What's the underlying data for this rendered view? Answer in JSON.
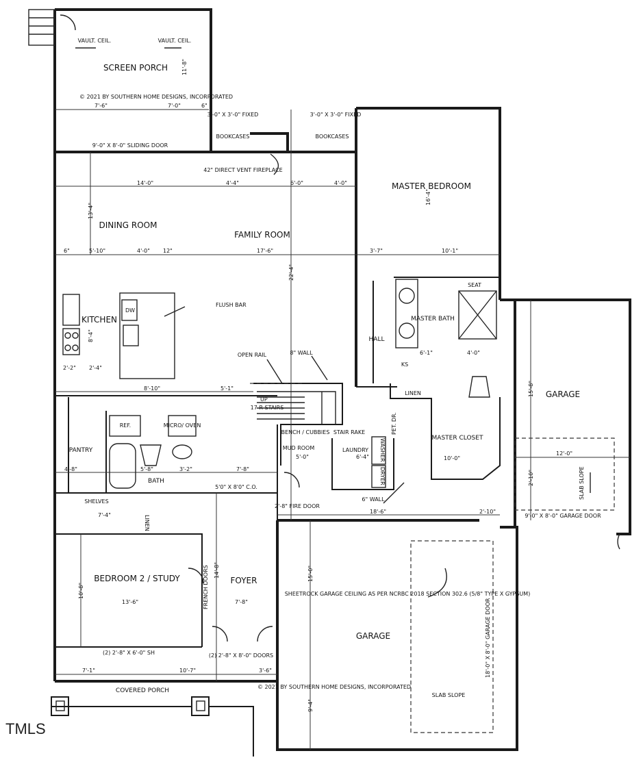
{
  "rooms": {
    "screen_porch": "SCREEN PORCH",
    "dining_room": "DINING ROOM",
    "family_room": "FAMILY ROOM",
    "master_bedroom": "MASTER BEDROOM",
    "kitchen": "KITCHEN",
    "master_bath": "MASTER BATH",
    "hall": "HALL",
    "garage_right": "GARAGE",
    "master_closet": "MASTER CLOSET",
    "pantry": "PANTRY",
    "bath": "BATH",
    "mud_room": "MUD ROOM",
    "laundry": "LAUNDRY",
    "bedroom2": "BEDROOM 2 / STUDY",
    "foyer": "FOYER",
    "garage_main": "GARAGE",
    "covered_porch": "COVERED PORCH"
  },
  "labels": {
    "vault_left": "VAULT. CEIL.",
    "vault_right": "VAULT. CEIL.",
    "copyright_top": "© 2021 BY SOUTHERN HOME DESIGNS, INCORPORATED",
    "copyright_bottom": "© 2021 BY SOUTHERN HOME DESIGNS, INCORPORATED",
    "sliding_door": "9'-0\" X 8'-0\" SLIDING DOOR",
    "fixed_left": "3'-0\" X 3'-0\" FIXED",
    "fixed_right": "3'-0\" X 3'-0\" FIXED",
    "bookcases_left": "BOOKCASES",
    "bookcases_right": "BOOKCASES",
    "fireplace": "42\" DIRECT VENT FIREPLACE",
    "flush_bar": "FLUSH BAR",
    "dw": "DW",
    "open_rail": "OPEN RAIL",
    "wall_8": "8\" WALL",
    "stairs": "17 R STAIRS",
    "up": "UP",
    "stair_rake": "STAIR RAKE",
    "bench": "BENCH / CUBBIES",
    "ref": "REF.",
    "micro": "MICRO/ OVEN",
    "linen_right": "LINEN",
    "linen_left": "LINEN",
    "shelves": "SHELVES",
    "washer": "WASHER",
    "dryer": "DRYER",
    "seat": "SEAT",
    "ks": "KS",
    "fire_door": "2'-8\" FIRE DOOR",
    "wall_6": "6\" WALL",
    "garage_door_right": "9'-0\" X 8'-0\" GARAGE DOOR",
    "slab_slope_right": "SLAB SLOPE",
    "slab_slope_bottom": "SLAB SLOPE",
    "garage_door_bottom": "18'-0\" X 8'-0\" GARAGE DOOR",
    "sheetrock": "SHEETROCK GARAGE CEILING AS PER NCRBC 2018 SECTION 302.6 (5/8\" TYPE X GYPSUM)",
    "window_sh": "(2) 2'-8\" X 6'-0\" SH",
    "french_doors": "FRENCH DOORS",
    "doors_bottom": "(2) 2'-8\" X 8'-0\" DOORS",
    "co_cased": "5'0\" X 8'0\" C.O.",
    "pet": "PET. DR."
  },
  "dims": {
    "d_7_6": "7'-6\"",
    "d_7_0": "7'-0\"",
    "d_6": "6\"",
    "d_14_0": "14'-0\"",
    "d_4_4": "4'-4\"",
    "d_6_0": "6'-0\"",
    "d_4_0": "4'-0\"",
    "d_5_10": "5'-10\"",
    "d_4_0b": "4'-0\"",
    "d_12": "12\"",
    "d_17_6": "17'-6\"",
    "d_3_7": "3'-7\"",
    "d_10_1": "10'-1\"",
    "d_22_4": "22'-4\"",
    "d_13_4": "13'-4\"",
    "d_16_4": "16'-4\"",
    "d_11_8": "11'-8\"",
    "d_8_4": "8'-4\"",
    "d_8_10": "8'-10\"",
    "d_5_1": "5'-1\"",
    "d_2_2": "2'-2\"",
    "d_2_4": "2'-4\"",
    "d_15_8": "15'-8\"",
    "d_12_0": "12'-0\"",
    "d_2_10": "2'-10\"",
    "d_18_6": "18'-6\"",
    "d_2_10b": "2'-10\"",
    "d_15_0": "15'-0\"",
    "d_9_4": "9'-4\"",
    "d_7_1": "7'-1\"",
    "d_10_7": "10'-7\"",
    "d_3_6": "3'-6\"",
    "d_13_6": "13'-6\"",
    "d_10_8": "10'-8\"",
    "d_7_8": "7'-8\"",
    "d_14_8": "14'-8\"",
    "d_4_8": "4'-8\"",
    "d_5_8": "5'-8\"",
    "d_3_2": "3'-2\"",
    "d_5_0": "5'-0\"",
    "d_6_4": "6'-4\"",
    "d_10_0": "10'-0\"",
    "d_7_4": "7'-4\"",
    "d_6_1": "6'-1\"",
    "d_4_0c": "4'-0\"",
    "d_7_8b": "7'-8\""
  },
  "brand": "TMLS"
}
